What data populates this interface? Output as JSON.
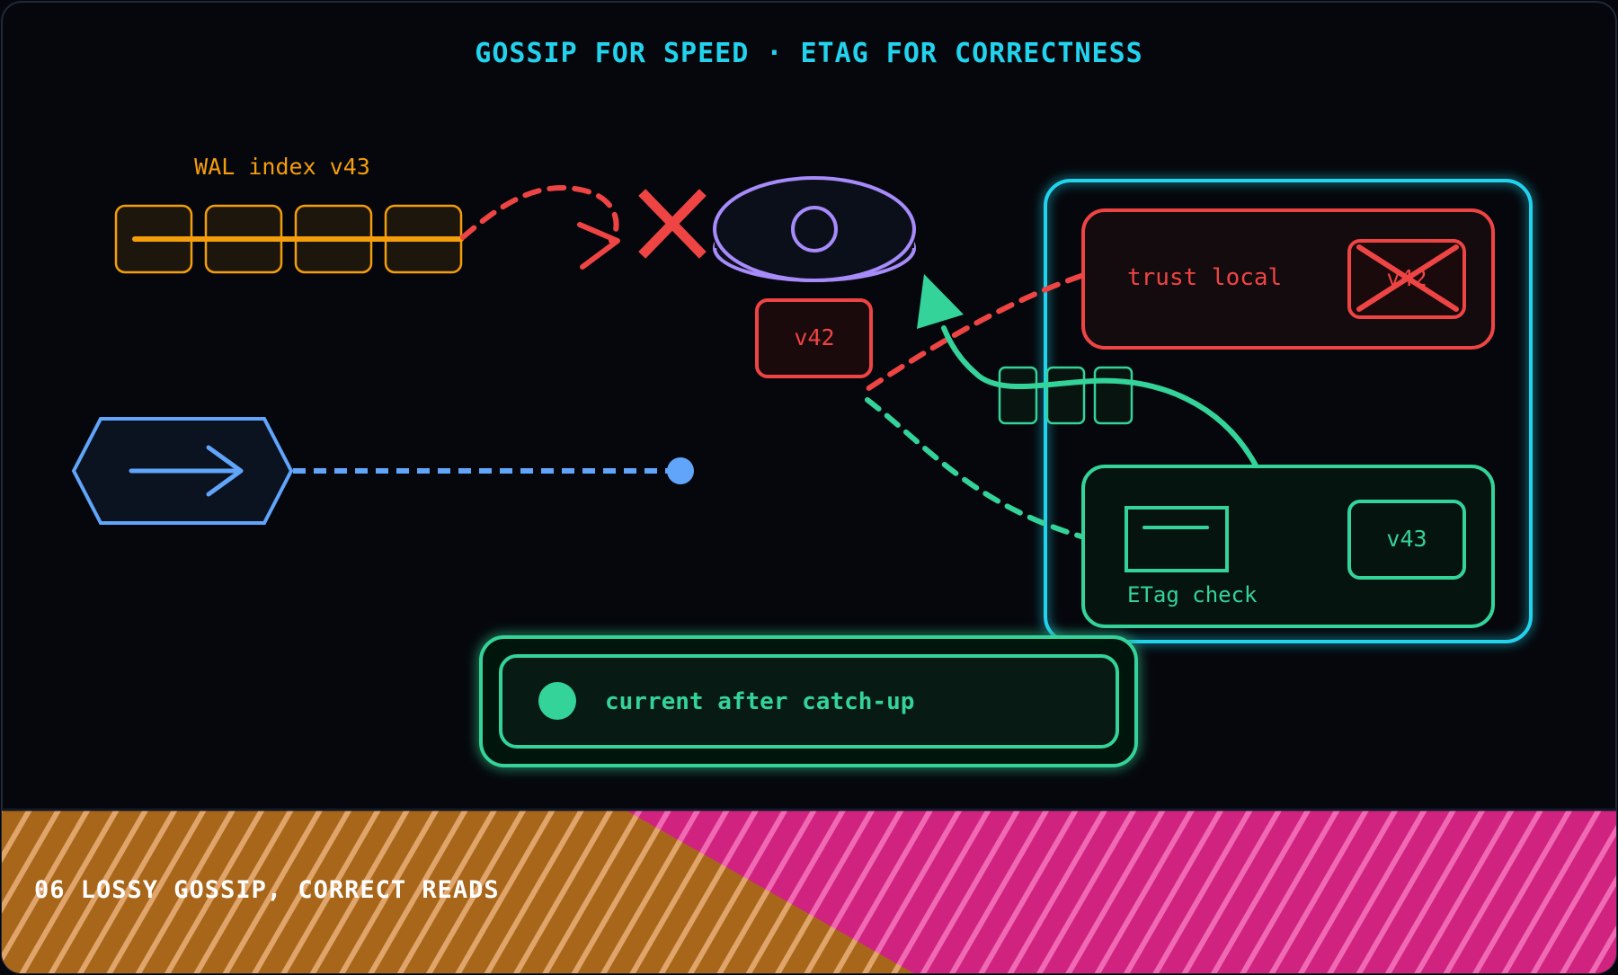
{
  "title": "GOSSIP FOR SPEED · ETAG FOR CORRECTNESS",
  "wal": {
    "label": "WAL index v43"
  },
  "store": {
    "version": "v42"
  },
  "trust_local": {
    "label": "trust local",
    "version": "v42"
  },
  "etag_check": {
    "label": "ETag check",
    "version": "v43"
  },
  "result": {
    "label": "current after catch-up"
  },
  "footer": {
    "label": "06 LOSSY GOSSIP, CORRECT READS"
  },
  "colors": {
    "background": "#05070c",
    "title": "#22d3ee",
    "wal": "#f59e0b",
    "error": "#ef4444",
    "storage": "#a78bfa",
    "ok": "#34d399",
    "client": "#60a5fa",
    "panel": "#22d3ee",
    "footer_amber": "#a8661b",
    "footer_magenta": "#d0237f"
  },
  "icons": {
    "wal": "wal-segments-icon",
    "failed_send": "cross-icon",
    "storage": "disk-icon",
    "client": "arrow-right-hexagon-icon",
    "etag": "etag-card-icon",
    "status": "status-dot-icon"
  }
}
